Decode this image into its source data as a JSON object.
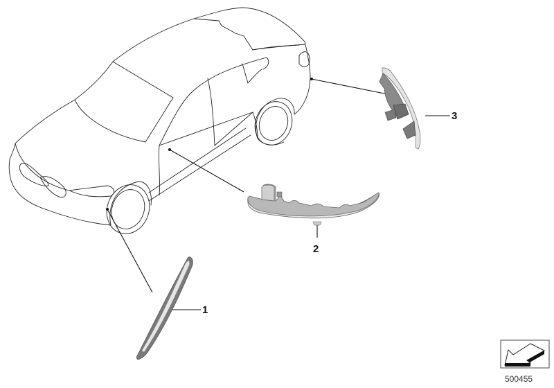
{
  "diagram": {
    "type": "parts-illustration",
    "subject": "vehicle with side turn indicator / mirror turn signal / rear side marker parts",
    "callouts": [
      {
        "id": "1",
        "label": "1",
        "part": "front side marker light strip"
      },
      {
        "id": "2",
        "label": "2",
        "part": "exterior mirror turn signal indicator"
      },
      {
        "id": "3",
        "label": "3",
        "part": "rear side marker light"
      }
    ],
    "reference_number": "500455",
    "nav_icon": "arrow-down-left-icon",
    "colors": {
      "line": "#222222",
      "part_fill_light": "#e6e6e6",
      "part_fill_dark": "#7a7a7a",
      "background": "#ffffff"
    }
  }
}
